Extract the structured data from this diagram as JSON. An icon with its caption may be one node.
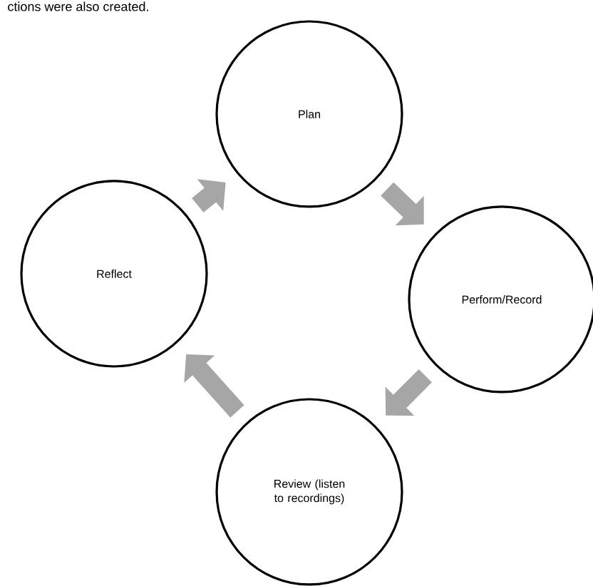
{
  "diagram": {
    "nodes": [
      {
        "text": [
          "Plan"
        ]
      },
      {
        "text": [
          "Perform/Record"
        ]
      },
      {
        "text": [
          "Review (listen to recordings)"
        ]
      },
      {
        "text": [
          "Reflect"
        ]
      }
    ],
    "edges": [
      {
        "from": 0,
        "to": 1,
        "arrow": "to"
      },
      {
        "from": 1,
        "to": 2,
        "arrow": "to"
      },
      {
        "from": 2,
        "to": 3,
        "arrow": "to"
      },
      {
        "from": 3,
        "to": 0,
        "arrow": "to"
      }
    ],
    "labels": [
      "ctions were also created."
    ]
  }
}
